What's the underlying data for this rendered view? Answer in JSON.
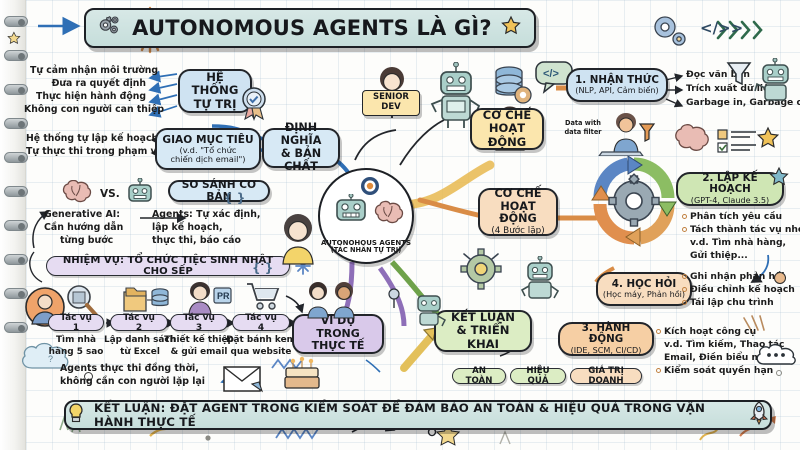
{
  "header": {
    "title": "AUTONOMOUS AGENTS LÀ GÌ?",
    "gear_icon": "gears-icon",
    "star_icon": "star-icon",
    "code_icon": "code-brackets-icon",
    "chevrons_icon": "chevrons-right-icon"
  },
  "footer": {
    "bulb_icon": "lightbulb-icon",
    "rocket_icon": "rocket-icon",
    "text": "KẾT LUẬN: ĐẶT AGENT TRONG KIỂM SOÁT ĐỂ ĐẢM BẢO AN TOÀN & HIỆU QUẢ TRONG VẬN HÀNH THỰC TẾ"
  },
  "center": {
    "title": "AUTONOHOUS AGENTS",
    "subtitle": "(TÁC NHÂN TỰ TRỊ)",
    "robot_icon": "robot-icon",
    "brain_icon": "brain-icon",
    "spiral_icon": "spiral-icon"
  },
  "branches": {
    "definition": {
      "line1": "ĐỊNH NGHĨA",
      "line2": "& BẢN CHẤT"
    },
    "mechanism_top": {
      "line1": "CƠ CHẾ",
      "line2": "HOẠT ĐỘNG"
    },
    "mechanism_mid": {
      "line1": "CƠ CHẾ",
      "line2": "HOẠT ĐỘNG",
      "line3": "(4 Bước lặp)"
    },
    "example": {
      "line1": "VÍ DỤ TRONG",
      "line2": "THỰC TẾ"
    },
    "conclusion": {
      "line1": "KẾT LUẬN",
      "line2": "& TRIỂN KHAI"
    }
  },
  "left_top": {
    "node": {
      "line1": "HỆ THỐNG",
      "line2": "TỰ TRỊ",
      "ribbon_icon": "award-ribbon-icon"
    },
    "items": [
      "Tự cảm nhận môi trường",
      "Đưa ra quyết định",
      "Thực hiện hành động",
      "Không con người can thiệp"
    ]
  },
  "left_goal": {
    "node": {
      "line1": "GIAO MỤC TIÊU",
      "line2": "(v.d. \"Tổ chức",
      "line3": "chiến dịch email\")"
    },
    "items": [
      "Hệ thống tự lập kế hoạch",
      "Tự thực thi trong phạm vi"
    ]
  },
  "comparison": {
    "node": "SO SÁNH CƠ BẢN",
    "brain_icon": "brain-icon",
    "vs_label": "VS.",
    "robot_icon": "robot-icon",
    "left": {
      "title": "Generative AI:",
      "line2": "Cần hướng dẫn",
      "line3": "từng bước"
    },
    "right": {
      "title": "Agents: Tự xác định,",
      "line2": "lập kế hoạch,",
      "line3": "thực thi, báo cáo"
    }
  },
  "task": {
    "banner": "NHIỆM VỤ: TỔ CHỨC TIỆC SINH NHẬT CHO SẾP",
    "avatar_icon": "user-avatar-icon",
    "thought_icon": "thought-cloud-icon",
    "steps": [
      {
        "pill": "Tác vụ 1",
        "desc1": "Tìm nhà",
        "desc2": "hàng 5 sao",
        "icon": "magnifier-building-icon"
      },
      {
        "pill": "Tác vụ 2",
        "desc1": "Lập danh sách",
        "desc2": "từ Excel",
        "icon": "folder-database-icon"
      },
      {
        "pill": "Tác vụ 3",
        "desc1": "Thiết kế thiệp",
        "desc2": "& gửi email",
        "icon": "designer-pr-icon"
      },
      {
        "pill": "Tác vụ 4",
        "desc1": "Đặt bánh kem",
        "desc2": "qua website",
        "icon": "shopping-cart-icon"
      }
    ],
    "note1": "Agents thực thi đồng thời,",
    "note2": "không cần con người lặp lại",
    "envelope_icon": "envelope-icon",
    "cake_icon": "birthday-cake-icon"
  },
  "senior_dev": {
    "label1": "SENIOR",
    "label2": "DEV",
    "person_icon": "person-icon",
    "robot_icon": "robot-icon"
  },
  "data_filter": {
    "line1": "Data with",
    "line2": "data filter",
    "icon": "funnel-icon"
  },
  "code_bubble": {
    "icon": "code-speech-bubble-icon",
    "db_icon": "database-gear-icon"
  },
  "steps": [
    {
      "id": "perception",
      "node": {
        "title": "1. NHẬN THỨC",
        "sub": "(NLP, API, Cảm biến)"
      },
      "bullets": [
        "Đọc văn bản",
        "Trích xuất dữ liệu",
        "Garbage in, Garbage out"
      ],
      "color": "#cfe3f2",
      "icons": [
        "funnel-icon",
        "robot-icon"
      ]
    },
    {
      "id": "planning",
      "node": {
        "title": "2. LẬP KẾ HOẠCH",
        "sub": "(GPT-4, Claude 3.5)"
      },
      "bullets": [
        "Phân tích yêu cầu",
        "Tách thành tác vụ nhỏ",
        "v.d. Tìm nhà hàng,",
        "Gửi thiệp..."
      ],
      "color": "#cfe6b4",
      "icons": [
        "brain-icon",
        "checklist-icon",
        "star-icon"
      ]
    },
    {
      "id": "action",
      "node": {
        "title": "3. HÀNH ĐỘNG",
        "sub": "(IDE, SCM, CI/CD)"
      },
      "bullets": [
        "Kích hoạt công cụ",
        "v.d. Tìm kiếm, Thao tác",
        "Email, Điền biểu mẫu...",
        "Kiểm soát quyền hạn"
      ],
      "color": "#f6cfa4",
      "icons": [
        "dots-cloud-icon"
      ]
    },
    {
      "id": "learning",
      "node": {
        "title": "4. HỌC HỎI",
        "sub": "(Học máy, Phản hồi)"
      },
      "bullets": [
        "Ghi nhận phản hồi",
        "Điều chỉnh kế hoạch",
        "Tái lập chu trình"
      ],
      "color": "#f8ddc0",
      "icons": [
        "circle-icon"
      ]
    }
  ],
  "outcome_badges": [
    "AN TOÀN",
    "HIỆU QUẢ",
    "GIÁ TRỊ DOANH"
  ],
  "cycle": {
    "gear_icon": "gear-icon",
    "arrow_colors": [
      "#5b86c4",
      "#8cbd63",
      "#e0a15a",
      "#e08f4e"
    ]
  },
  "colors": {
    "blue": "#cfe3f2",
    "yellow": "#fbe6ad",
    "orange": "#f6cfa4",
    "green": "#cfe6b4",
    "purple": "#d9c9ea",
    "teal": "#cfe3e0",
    "ink": "#1b1b1b"
  }
}
